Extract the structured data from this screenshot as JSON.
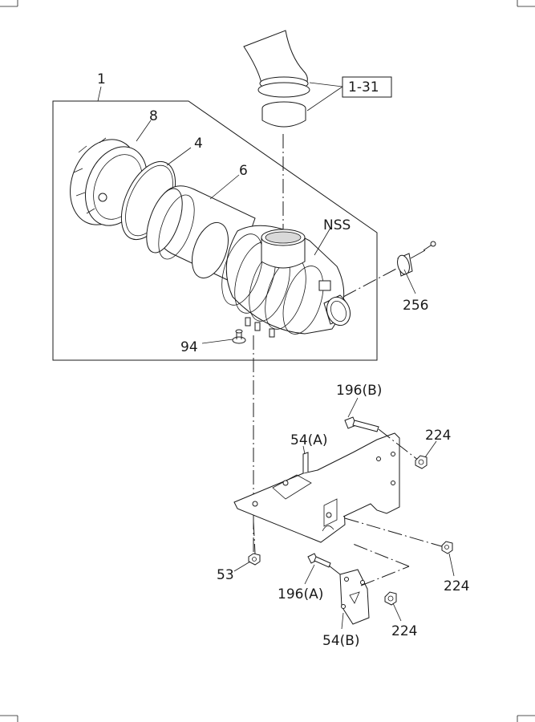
{
  "callouts": {
    "assembly": "1",
    "cap": "8",
    "ring": "4",
    "element": "6",
    "body": "NSS",
    "inlet": "1-31",
    "indicator": "256",
    "valve": "94",
    "bolt_b": "196(B)",
    "nut_right": "224",
    "bracket_a": "54(A)",
    "nut_far": "224",
    "nut_bottom_left": "53",
    "bolt_a": "196(A)",
    "nut_small": "224",
    "bracket_b": "54(B)"
  }
}
